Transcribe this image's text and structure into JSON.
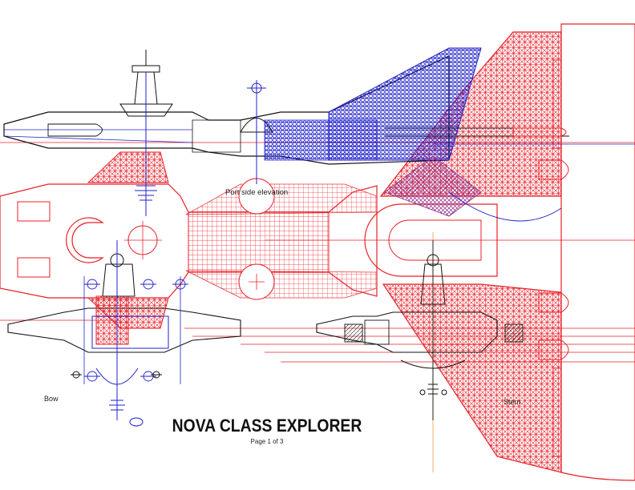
{
  "sheet": {
    "title": "NOVA CLASS EXPLORER",
    "page_label": "Page 1 of 3"
  },
  "views": {
    "port_side_label": "Port side elevation",
    "bow_label": "Bow",
    "stern_label": "Stern"
  },
  "colors": {
    "plan_view": "#e8222a",
    "elevation_view": "#2222cc",
    "outline": "#111111",
    "centerline": "#e8a040"
  }
}
